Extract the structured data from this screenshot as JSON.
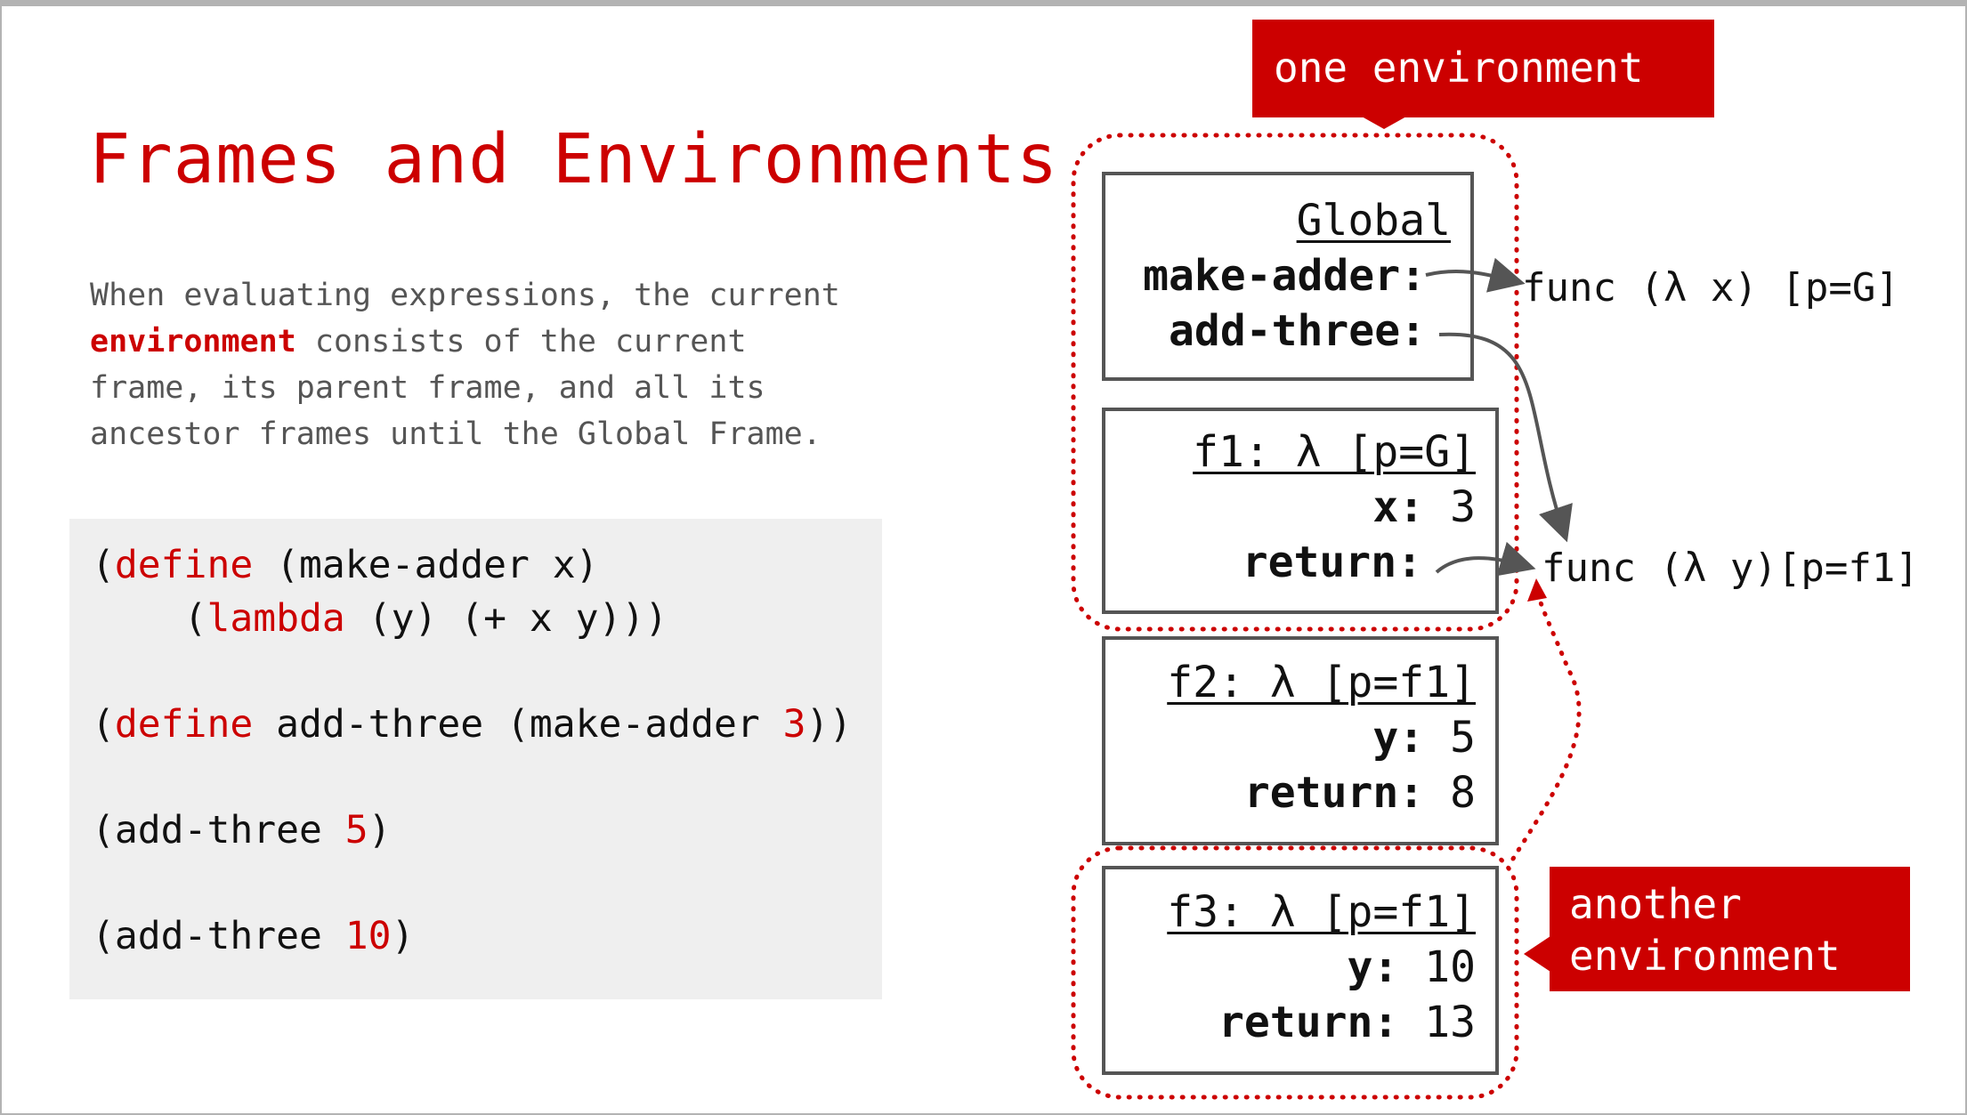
{
  "slide": {
    "title": "Frames and Environments",
    "intro": {
      "line1": "When evaluating expressions, the current",
      "line2_keyword": "environment",
      "line2_rest": " consists of the current",
      "line3": "frame, its parent frame, and all its",
      "line4": "ancestor frames until the Global Frame."
    }
  },
  "code": {
    "lines": [
      [
        {
          "t": "(",
          "c": "plain"
        },
        {
          "t": "define",
          "c": "kw"
        },
        {
          "t": " (make-adder x)",
          "c": "plain"
        }
      ],
      [
        {
          "t": "    (",
          "c": "plain"
        },
        {
          "t": "lambda",
          "c": "kw"
        },
        {
          "t": " (y) (+ x y)))",
          "c": "plain"
        }
      ],
      [],
      [
        {
          "t": "(",
          "c": "plain"
        },
        {
          "t": "define",
          "c": "kw"
        },
        {
          "t": " add-three (make-adder ",
          "c": "plain"
        },
        {
          "t": "3",
          "c": "num"
        },
        {
          "t": "))",
          "c": "plain"
        }
      ],
      [],
      [
        {
          "t": "(add-three ",
          "c": "plain"
        },
        {
          "t": "5",
          "c": "num"
        },
        {
          "t": ")",
          "c": "plain"
        }
      ],
      [],
      [
        {
          "t": "(add-three ",
          "c": "plain"
        },
        {
          "t": "10",
          "c": "num"
        },
        {
          "t": ")",
          "c": "plain"
        }
      ]
    ]
  },
  "frames": {
    "global": {
      "header": "Global",
      "make_adder_label": "make-adder:",
      "add_three_label": "add-three:"
    },
    "f1": {
      "header": "f1: λ [p=G]",
      "x_label": "x:",
      "x_value": "3",
      "return_label": "return:"
    },
    "f2": {
      "header": "f2: λ [p=f1]",
      "y_label": "y:",
      "y_value": "5",
      "return_label": "return:",
      "return_value": "8"
    },
    "f3": {
      "header": "f3: λ [p=f1]",
      "y_label": "y:",
      "y_value": "10",
      "return_label": "return:",
      "return_value": "13"
    }
  },
  "functions": {
    "make_adder": "func (λ x) [p=G]",
    "lambda_y": "func (λ y)[p=f1]"
  },
  "callouts": {
    "one_env": "one environment",
    "another_env_line1": "another",
    "another_env_line2": "environment"
  },
  "colors": {
    "accent": "#cc0000",
    "box_border": "#555555",
    "code_bg": "#efefef",
    "body_text": "#555555"
  }
}
